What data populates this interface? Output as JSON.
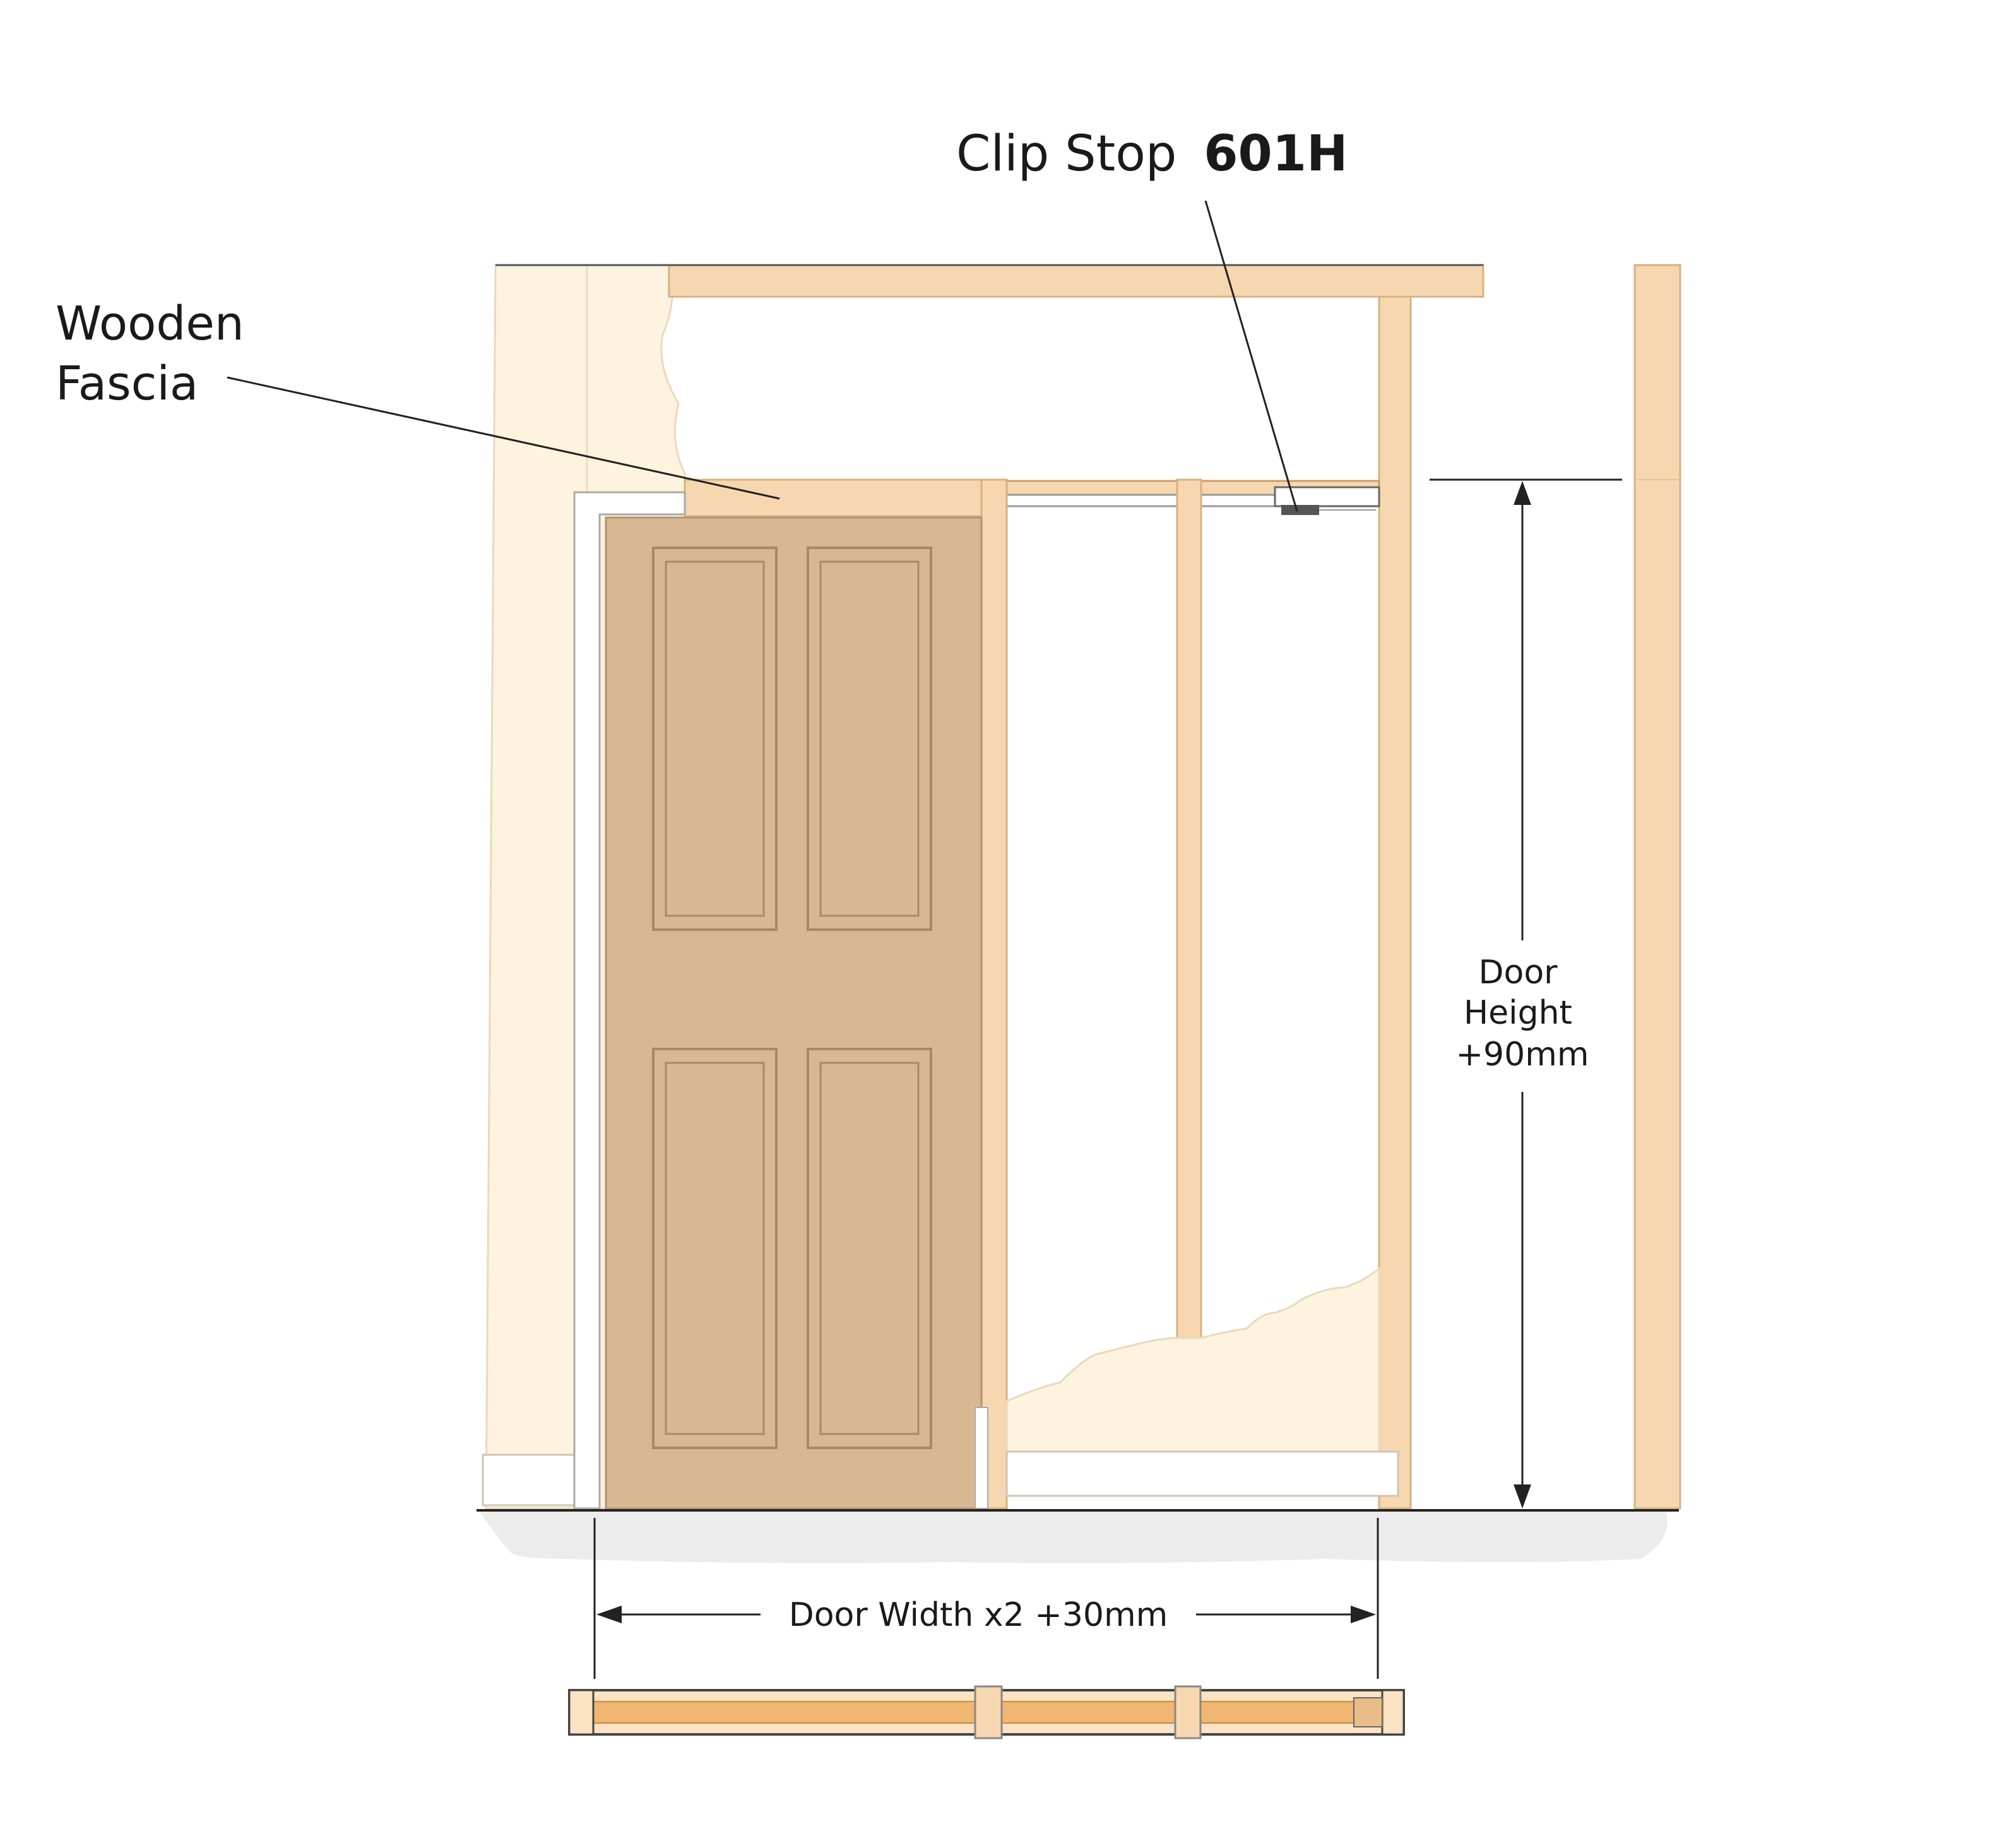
{
  "labels": {
    "clip_stop_prefix": "Clip Stop",
    "clip_stop_code": "601H",
    "wooden_line1": "Wooden",
    "wooden_line2": "Fascia",
    "door_height_line1": "Door",
    "door_height_line2": "Height",
    "door_height_line3": "+90mm",
    "door_width": "Door Width x2 +30mm"
  },
  "colors": {
    "wall": "#fdf3df",
    "timber": "#f6d7b0",
    "timber_dark": "#e8bd88",
    "door": "#d8b892",
    "door_panel_edge": "#a88966",
    "rail": "#f0b672",
    "floor": "#ececec",
    "line": "#1a1a1a"
  }
}
